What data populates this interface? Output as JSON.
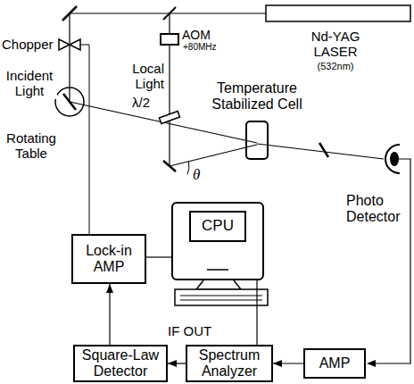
{
  "diagram": {
    "nodes": [
      {
        "text": [
          "Lock-in AMP"
        ]
      },
      {
        "text": [
          "CPU"
        ]
      },
      {
        "text": [
          "Square-Law Detector"
        ]
      },
      {
        "text": [
          "Spectrum Analyzer"
        ]
      },
      {
        "text": [
          "AMP"
        ]
      }
    ],
    "edges": [
      {
        "from": 2,
        "to": 0,
        "arrow": "to"
      },
      {
        "from": 3,
        "to": 2,
        "arrow": "to"
      },
      {
        "from": 4,
        "to": 3,
        "arrow": "to"
      },
      {
        "from": 0,
        "to": 1,
        "arrow": "none"
      },
      {
        "from": 1,
        "to": 3,
        "arrow": "none"
      }
    ],
    "labels": [
      "Nd-YAG LASER",
      "(532nm)",
      "AOM",
      "+80MHz",
      "Chopper",
      "Local Light",
      "Incident Light",
      "λ/2",
      "Temperature Stabilized Cell",
      "Rotating Table",
      "θ",
      "Photo Detector",
      "IF OUT"
    ]
  }
}
